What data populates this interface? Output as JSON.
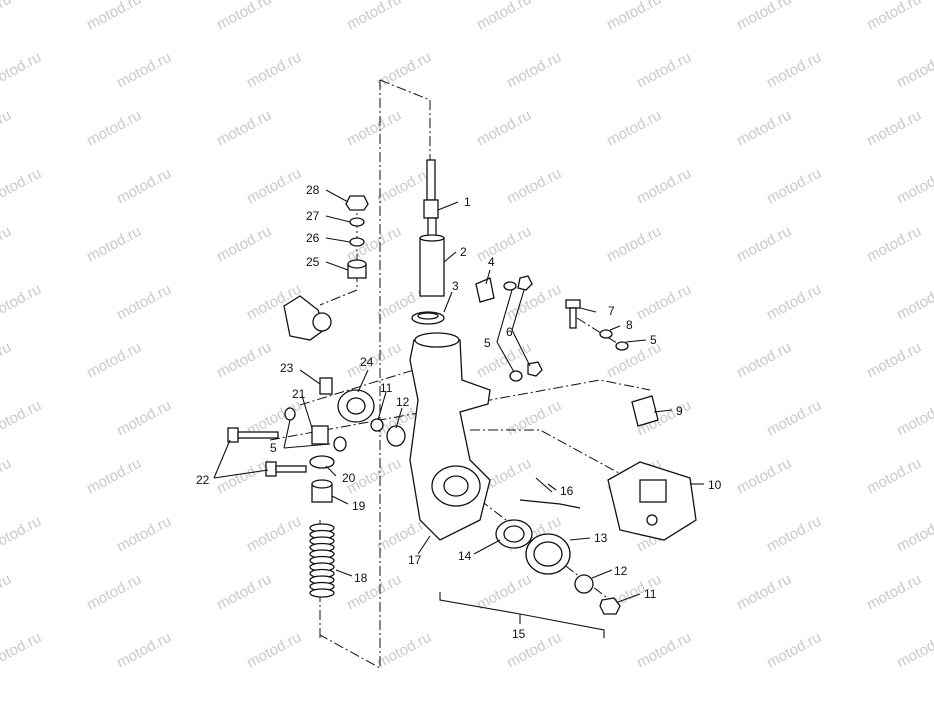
{
  "watermark": "motod.ru",
  "labels": {
    "p1": "1",
    "p2": "2",
    "p3": "3",
    "p4": "4",
    "p5a": "5",
    "p6": "6",
    "p7": "7",
    "p8": "8",
    "p5b": "5",
    "p9": "9",
    "p10": "10",
    "p28": "28",
    "p27": "27",
    "p26": "26",
    "p25": "25",
    "p23": "23",
    "p24": "24",
    "p21": "21",
    "p11a": "11",
    "p12a": "12",
    "p5c": "5",
    "p22": "22",
    "p20": "20",
    "p19": "19",
    "p18": "18",
    "p16": "16",
    "p17": "17",
    "p14": "14",
    "p13": "13",
    "p12b": "12",
    "p11b": "11",
    "p15": "15"
  }
}
